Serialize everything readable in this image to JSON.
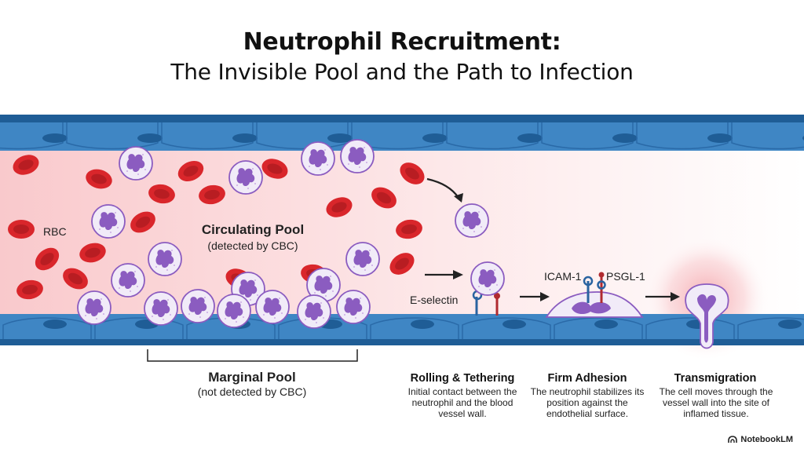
{
  "title": "Neutrophil Recruitment:",
  "subtitle": "The Invisible Pool and the Path to Infection",
  "labels": {
    "rbc": "RBC",
    "circulating_pool": "Circulating Pool",
    "circulating_note": "(detected by CBC)",
    "marginal_pool": "Marginal Pool",
    "marginal_note": "(not detected by CBC)",
    "e_selectin": "E-selectin",
    "icam": "ICAM-1",
    "psgl": "PSGL-1"
  },
  "stages": [
    {
      "title": "Rolling & Tethering",
      "desc": "Initial contact between the neutrophil and the blood vessel wall."
    },
    {
      "title": "Firm Adhesion",
      "desc": "The neutrophil stabilizes its position against the endothelial surface."
    },
    {
      "title": "Transmigration",
      "desc": "The cell moves through the vessel wall into the site of inflamed tissue."
    }
  ],
  "brand": "NotebookLM",
  "colors": {
    "vessel": "#3f86c4",
    "vessel_dark": "#1f5d96",
    "rbc": "#d9262b",
    "neutrophil_nucleus": "#8b5cc0",
    "neutrophil_cell": "#f1ebf8",
    "blood": "#fde3e4"
  }
}
